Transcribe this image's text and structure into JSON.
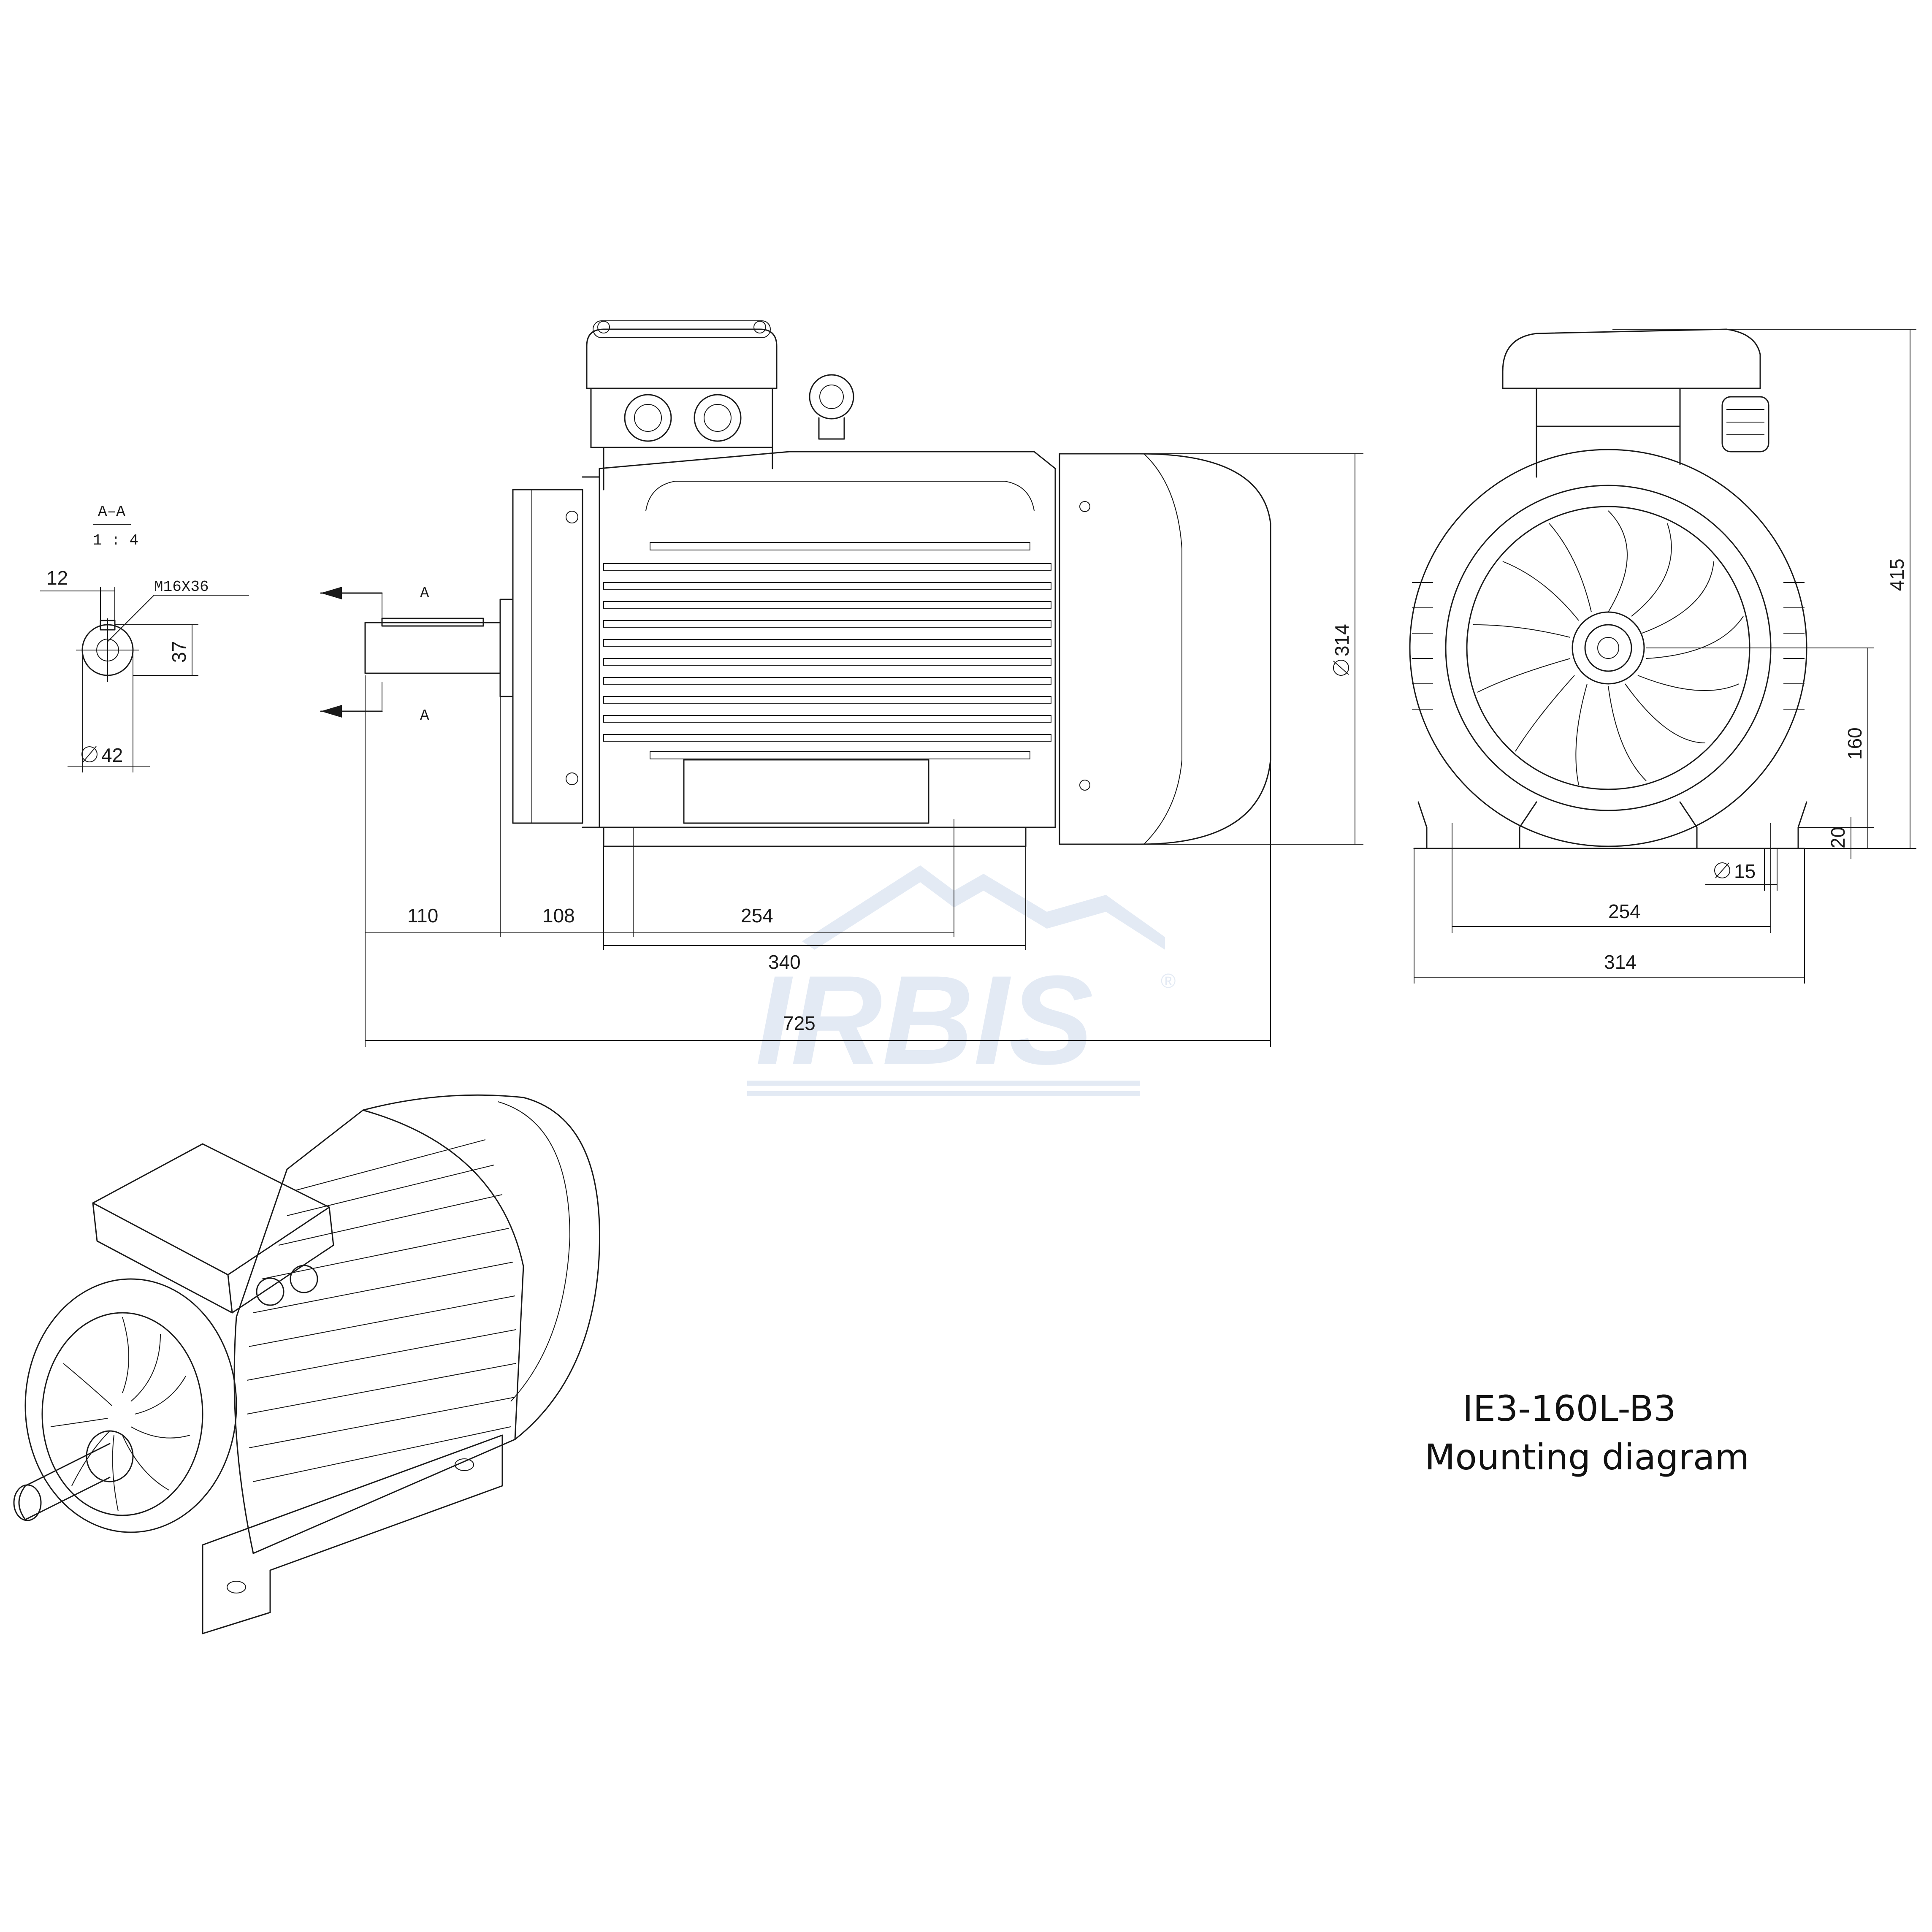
{
  "title": {
    "model": "IE3-160L-B3",
    "subtitle": "Mounting diagram"
  },
  "watermark": {
    "brand": "IRBIS",
    "registered_mark": "®",
    "color": "#e3eaf4"
  },
  "section_view": {
    "label": "A–A",
    "scale": "1 : 4",
    "keyway_width": "12",
    "thread": "M16X36",
    "key_height": "37",
    "shaft_diameter": "42"
  },
  "side_view": {
    "section_marker_top": "A",
    "section_marker_bottom": "A",
    "dimensions": {
      "shaft_length": "110",
      "shaft_to_foot_hole": "108",
      "foot_hole_spacing": "254",
      "foot_length": "340",
      "overall_length": "725",
      "body_diameter": "314"
    }
  },
  "end_view": {
    "dimensions": {
      "overall_height": "415",
      "shaft_height": "160",
      "foot_thickness": "20",
      "foot_hole_diameter": "15",
      "foot_hole_spacing": "254",
      "foot_width": "314"
    }
  }
}
